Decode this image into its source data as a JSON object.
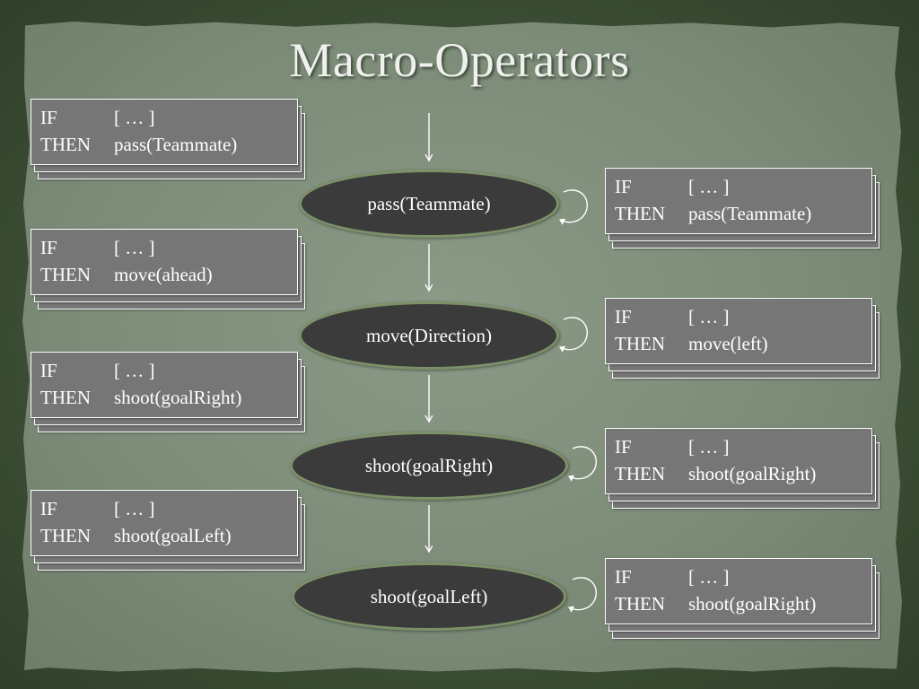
{
  "title": "Macro-Operators",
  "operators": [
    {
      "label": "pass(Teammate)"
    },
    {
      "label": "move(Direction)"
    },
    {
      "label": "shoot(goalRight)"
    },
    {
      "label": "shoot(goalLeft)"
    }
  ],
  "left_rules": [
    {
      "if_kw": "IF",
      "if_cond": "[ … ]",
      "then_kw": "THEN",
      "then_action": "pass(Teammate)"
    },
    {
      "if_kw": "IF",
      "if_cond": "[ … ]",
      "then_kw": "THEN",
      "then_action": "move(ahead)"
    },
    {
      "if_kw": "IF",
      "if_cond": "[ … ]",
      "then_kw": "THEN",
      "then_action": "shoot(goalRight)"
    },
    {
      "if_kw": "IF",
      "if_cond": "[ … ]",
      "then_kw": "THEN",
      "then_action": "shoot(goalLeft)"
    }
  ],
  "right_rules": [
    {
      "if_kw": "IF",
      "if_cond": "[ … ]",
      "then_kw": "THEN",
      "then_action": "pass(Teammate)"
    },
    {
      "if_kw": "IF",
      "if_cond": "[ … ]",
      "then_kw": "THEN",
      "then_action": "move(left)"
    },
    {
      "if_kw": "IF",
      "if_cond": "[ … ]",
      "then_kw": "THEN",
      "then_action": "shoot(goalRight)"
    },
    {
      "if_kw": "IF",
      "if_cond": "[ … ]",
      "then_kw": "THEN",
      "then_action": "shoot(goalRight)"
    }
  ],
  "colors": {
    "background": "#3f5238",
    "slide": "#7c8c78",
    "card_fill": "#767676",
    "node_fill": "#3b3b3b",
    "node_border": "#7d9169",
    "text": "#ffffff"
  }
}
